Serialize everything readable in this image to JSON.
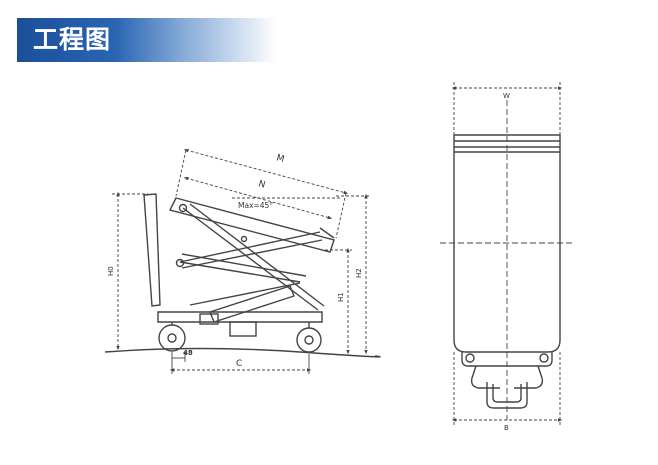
{
  "header": {
    "title": "工程图"
  },
  "side_view": {
    "labels": {
      "m": "M",
      "n": "N",
      "angle": "Max=45°",
      "h0": "H0",
      "h1": "H1",
      "h2": "H2",
      "offset": "48",
      "c": "C"
    }
  },
  "front_view": {
    "labels": {
      "w": "W",
      "b": "B"
    }
  },
  "colors": {
    "banner_start": "#1b4f9a",
    "banner_end": "#ffffff",
    "line": "#444444"
  }
}
